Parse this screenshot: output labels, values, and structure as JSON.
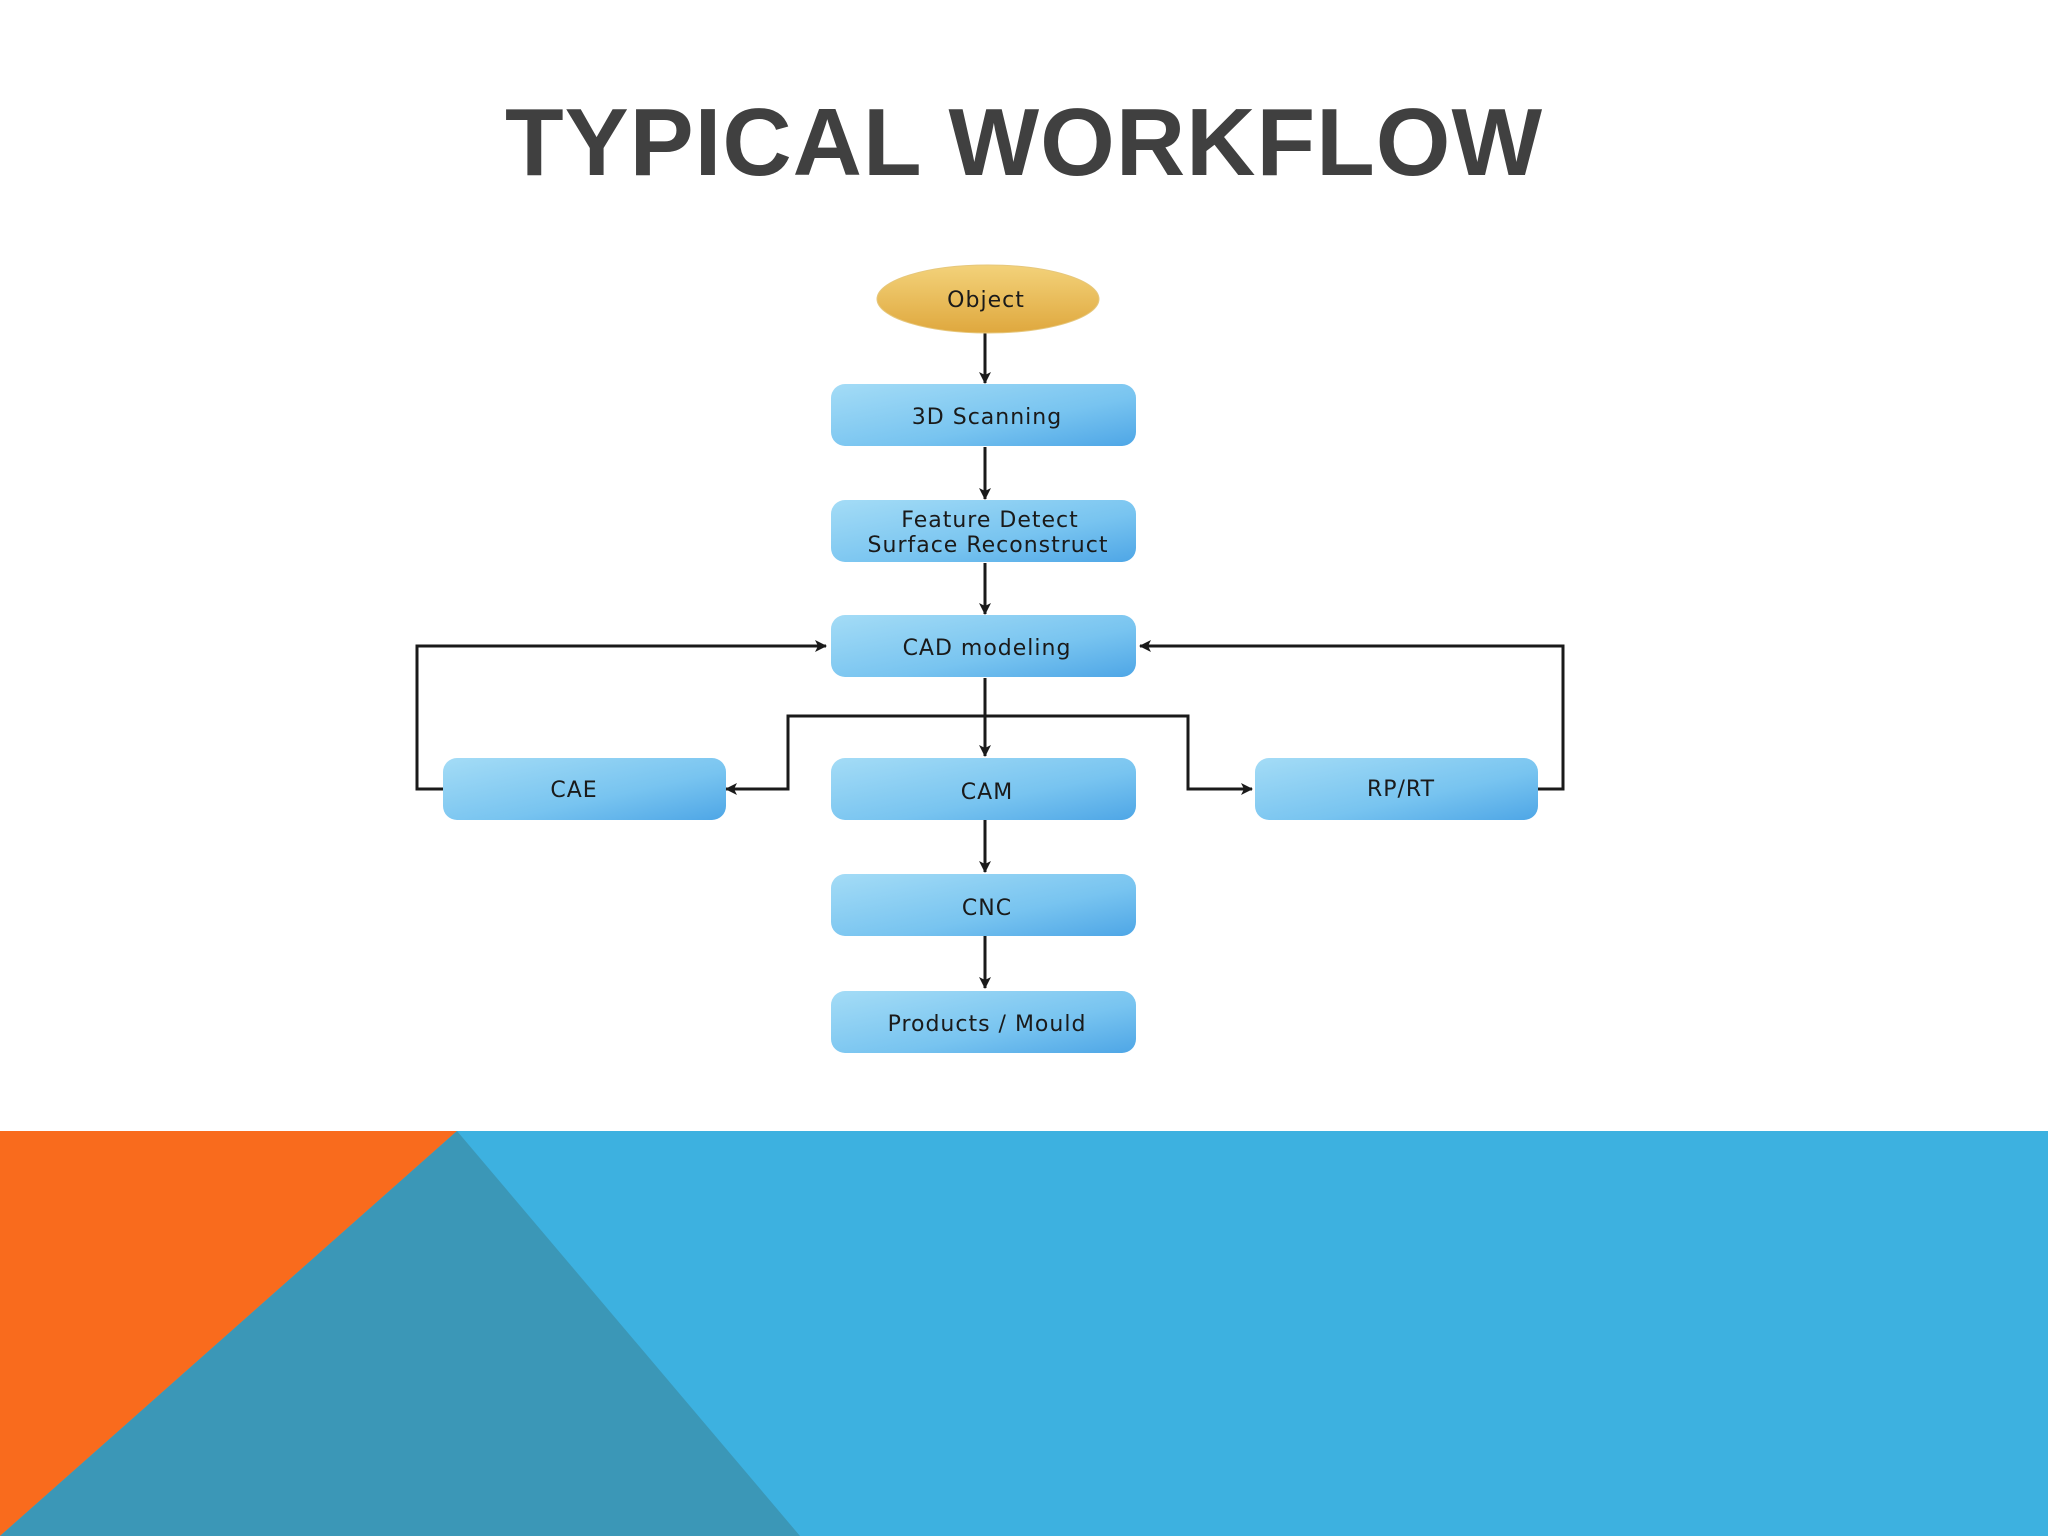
{
  "slide": {
    "title": "TYPICAL WORKFLOW"
  },
  "diagram": {
    "nodes": {
      "object": "Object",
      "scanning": "3D Scanning",
      "feature_line1": "Feature Detect",
      "feature_line2": "Surface Reconstruct",
      "cad": "CAD modeling",
      "cae": "CAE",
      "cam": "CAM",
      "rprt": "RP/RT",
      "cnc": "CNC",
      "products": "Products / Mould"
    }
  },
  "colors": {
    "title": "#404040",
    "node_blue_light": "#a4dcf6",
    "node_blue_dark": "#4ea6e6",
    "object_light": "#f3d27a",
    "object_dark": "#dfa83e",
    "arrow": "#1a1a1a",
    "footer_blue": "#3db1e0",
    "footer_teal": "#3b97b7",
    "footer_orange": "#f96b1d"
  }
}
